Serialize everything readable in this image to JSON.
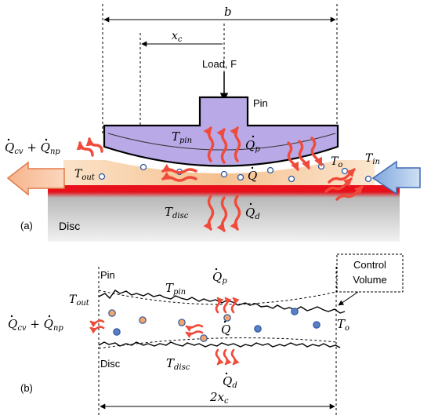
{
  "panel_a": {
    "label": "(a)",
    "dim_b": "b",
    "dim_xc": "x",
    "dim_xc_sub": "c",
    "load": "Load, F",
    "pin": "Pin",
    "disc": "Disc",
    "T_pin": "T",
    "T_pin_sub": "pin",
    "T_disc": "T",
    "T_disc_sub": "disc",
    "T_out": "T",
    "T_out_sub": "out",
    "T_in": "T",
    "T_in_sub": "in",
    "T_o": "T",
    "T_o_sub": "o",
    "Q": "Q",
    "Q_p": "Q",
    "Q_p_sub": "p",
    "Q_d": "Q",
    "Q_d_sub": "d",
    "Q_cv": "Q",
    "Q_cv_sub": "cv",
    "plus": " + ",
    "Q_np": "Q",
    "Q_np_sub": "np"
  },
  "panel_b": {
    "label": "(b)",
    "pin": "Pin",
    "disc": "Disc",
    "control_volume_1": "Control",
    "control_volume_2": "Volume",
    "T_pin": "T",
    "T_pin_sub": "pin",
    "T_disc": "T",
    "T_disc_sub": "disc",
    "T_out": "T",
    "T_out_sub": "out",
    "T_o": "T",
    "T_o_sub": "o",
    "Q": "Q",
    "Q_p": "Q",
    "Q_p_sub": "p",
    "Q_d": "Q",
    "Q_d_sub": "d",
    "Q_cv": "Q",
    "Q_cv_sub": "cv",
    "plus": " + ",
    "Q_np": "Q",
    "Q_np_sub": "np",
    "width_coef": "2x",
    "width_sub": "c"
  },
  "colors": {
    "pin_fill": "#b9a9e6",
    "disc_red": "#e8101a",
    "disc_grey": "#d8d8d8",
    "film_orange": "#f6c89c",
    "heat_arrow": "#f04a3a",
    "inlet_arrow": "#7fa6dd",
    "outlet_arrow": "#f4b08a",
    "particle_orange": "#f4a56a",
    "particle_blue": "#5b7fc4"
  }
}
